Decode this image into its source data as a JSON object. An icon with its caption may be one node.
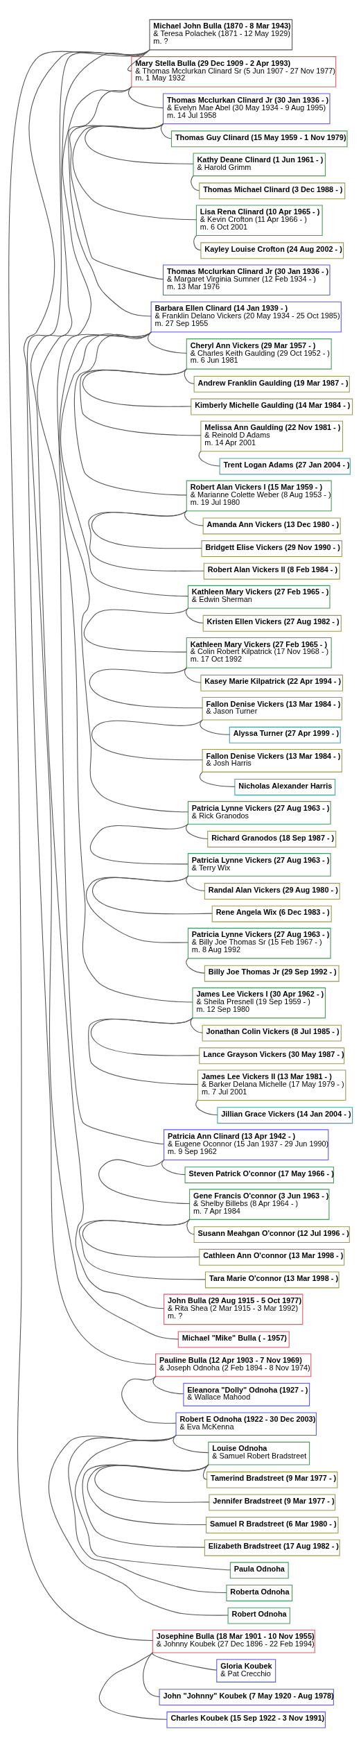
{
  "diagram": {
    "nodes": [
      {
        "text": [
          "Michael John Bulla (1870 - 8 Mar 1943)",
          "& Teresa Polachek (1871 - 12 May 1929)",
          "m. ?"
        ]
      },
      {
        "text": [
          "Mary Stella Bulla (29 Dec 1909 - 2 Apr 1993)",
          "& Thomas Mcclurkan Clinard Sr (5 Jun 1907 - 27 Nov 1977)",
          "m. 1 May 1932"
        ]
      },
      {
        "text": [
          "Thomas Mcclurkan Clinard Jr (30 Jan 1936 - )",
          "& Evelyn Mae Abel (30 May 1934 - 9 Aug 1995)",
          "m. 14 Jul 1958"
        ]
      },
      {
        "text": [
          "Thomas Guy Clinard (15 May 1959 - 1 Nov 1979)"
        ]
      },
      {
        "text": [
          "Kathy Deane Clinard (1 Jun 1961 - )",
          "& Harold Grimm"
        ]
      },
      {
        "text": [
          "Thomas Michael Clinard (3 Dec 1988 - )"
        ]
      },
      {
        "text": [
          "Lisa Rena Clinard (10 Apr 1965 - )",
          "& Kevin Crofton (11 Apr 1966 - )",
          "m. 6 Oct 2001"
        ]
      },
      {
        "text": [
          "Kayley Louise Crofton (24 Aug 2002 - )"
        ]
      },
      {
        "text": [
          "Thomas Mcclurkan Clinard Jr (30 Jan 1936 - )",
          "& Margaret Virginia Sumner (12 Feb 1934 - )",
          "m. 13 Mar 1976"
        ]
      },
      {
        "text": [
          "Barbara Ellen Clinard (14 Jan 1939 - )",
          "& Franklin Delano Vickers (20 May 1934 - 25 Oct 1985)",
          "m. 27 Sep 1955"
        ]
      },
      {
        "text": [
          "Cheryl Ann Vickers (29 Mar 1957 - )",
          "& Charles Keith Gaulding (29 Oct 1952 - )",
          "m. 6 Jun 1981"
        ]
      },
      {
        "text": [
          "Andrew Franklin Gaulding (19 Mar 1987 - )"
        ]
      },
      {
        "text": [
          "Kimberly Michelle Gaulding (14 Mar 1984 - )"
        ]
      },
      {
        "text": [
          "Melissa Ann Gaulding (22 Nov 1981 - )",
          "& Reinold D Adams",
          "m. 14 Apr 2001"
        ]
      },
      {
        "text": [
          "Trent Logan Adams (27 Jan 2004 - )"
        ]
      },
      {
        "text": [
          "Robert Alan Vickers I (15 Mar 1959 - )",
          "& Marianne Colette Weber (8 Aug 1953 - )",
          "m. 19 Jul 1980"
        ]
      },
      {
        "text": [
          "Amanda Ann Vickers (13 Dec 1980 - )"
        ]
      },
      {
        "text": [
          "Bridgett Elise Vickers (29 Nov 1990 - )"
        ]
      },
      {
        "text": [
          "Robert Alan Vickers II (8 Feb 1984 - )"
        ]
      },
      {
        "text": [
          "Kathleen Mary Vickers (27 Feb 1965 - )",
          "& Edwin Sherman"
        ]
      },
      {
        "text": [
          "Kristen Ellen Vickers (27 Aug 1982 - )"
        ]
      },
      {
        "text": [
          "Kathleen Mary Vickers (27 Feb 1965 - )",
          "& Colin Robert Kilpatrick (17 Nov 1968 - )",
          "m. 17 Oct 1992"
        ]
      },
      {
        "text": [
          "Kasey Marie Kilpatrick (22 Apr 1994 - )"
        ]
      },
      {
        "text": [
          "Fallon Denise Vickers (13 Mar 1984 - )",
          "& Jason Turner"
        ]
      },
      {
        "text": [
          "Alyssa Turner (27 Apr 1999 - )"
        ]
      },
      {
        "text": [
          "Fallon Denise Vickers (13 Mar 1984 - )",
          "& Josh Harris"
        ]
      },
      {
        "text": [
          "Nicholas Alexander Harris"
        ]
      },
      {
        "text": [
          "Patricia Lynne Vickers (27 Aug 1963 - )",
          "& Rick Granodos"
        ]
      },
      {
        "text": [
          "Richard Granodos (18 Sep 1987 - )"
        ]
      },
      {
        "text": [
          "Patricia Lynne Vickers (27 Aug 1963 - )",
          "& Terry Wix"
        ]
      },
      {
        "text": [
          "Randal Alan Vickers (29 Aug 1980 - )"
        ]
      },
      {
        "text": [
          "Rene Angela Wix (6 Dec 1983 - )"
        ]
      },
      {
        "text": [
          "Patricia Lynne Vickers (27 Aug 1963 - )",
          "& Billy Joe Thomas Sr (15 Feb 1967 - )",
          "m. 8 Aug 1992"
        ]
      },
      {
        "text": [
          "Billy Joe Thomas Jr (29 Sep 1992 - )"
        ]
      },
      {
        "text": [
          "James Lee Vickers I (30 Apr 1962 - )",
          "& Sheila Presnell (19 Sep 1959 - )",
          "m. 12 Sep 1980"
        ]
      },
      {
        "text": [
          "Jonathan Colin Vickers (8 Jul 1985 - )"
        ]
      },
      {
        "text": [
          "Lance Grayson Vickers (30 May 1987 - )"
        ]
      },
      {
        "text": [
          "James Lee Vickers II (13 Mar 1981 - )",
          "& Barker Delana Michelle (17 May 1979 - )",
          "m. 7 Jul 2001"
        ]
      },
      {
        "text": [
          "Jillian Grace Vickers (14 Jan 2004 - )"
        ]
      },
      {
        "text": [
          "Patricia Ann Clinard (13 Apr 1942 - )",
          "& Eugene Oconnor (15 Jan 1937 - 29 Jun 1990)",
          "m. 9 Sep 1962"
        ]
      },
      {
        "text": [
          "Steven Patrick O'connor (17 May 1966 - )"
        ]
      },
      {
        "text": [
          "Gene Francis O'connor (3 Jun 1963 - )",
          "& Shelby Billebs (8 Apr 1964 - )",
          "m. 7 Apr 1984"
        ]
      },
      {
        "text": [
          "Susann Meahgan O'connor (12 Jul 1996 - )"
        ]
      },
      {
        "text": [
          "Cathleen Ann O'connor (13 Mar 1998 - )"
        ]
      },
      {
        "text": [
          "Tara Marie O'connor (13 Mar 1998 - )"
        ]
      },
      {
        "text": [
          "John Bulla (29 Aug 1915 - 5 Oct 1977)",
          "& Rita Shea (2 Mar 1915 - 3 Mar 1992)",
          "m. ?"
        ]
      },
      {
        "text": [
          "Michael \"Mike\" Bulla ( - 1957)"
        ]
      },
      {
        "text": [
          "Pauline Bulla (12 Apr 1903 - 7 Nov 1969)",
          "& Joseph Odnoha (2 Feb 1894 - 8 Nov 1974)"
        ]
      },
      {
        "text": [
          "Eleanora \"Dolly\" Odnoha (1927 - )",
          "& Wallace Mahood"
        ]
      },
      {
        "text": [
          "Robert E Odnoha (1922 - 30 Dec 2003)",
          "& Eva McKenna"
        ]
      },
      {
        "text": [
          "Louise Odnoha",
          "& Samuel Robert Bradstreet"
        ]
      },
      {
        "text": [
          "Tamerind Bradstreet (9 Mar 1977 - )"
        ]
      },
      {
        "text": [
          "Jennifer Bradstreet (9 Mar 1977 - )"
        ]
      },
      {
        "text": [
          "Samuel R Bradstreet (6 Mar 1980 - )"
        ]
      },
      {
        "text": [
          "Elizabeth Bradstreet (17 Aug 1982 - )"
        ]
      },
      {
        "text": [
          "Paula Odnoha"
        ]
      },
      {
        "text": [
          "Roberta Odnoha"
        ]
      },
      {
        "text": [
          "Robert Odnoha"
        ]
      },
      {
        "text": [
          "Josephine Bulla (18 Mar 1901 - 10 Nov 1955)",
          "& Johnny Koubek (27 Dec 1896 - 22 Feb 1994)"
        ]
      },
      {
        "text": [
          "Gloria Koubek",
          "& Pat Crecchio"
        ]
      },
      {
        "text": [
          "John \"Johnny\" Koubek (7 May 1920 - Aug 1978)"
        ]
      },
      {
        "text": [
          "Charles Koubek (15 Sep 1922 - 3 Nov 1991)"
        ]
      }
    ],
    "edges": [
      {
        "from": 0,
        "to": 1,
        "arrow": "none"
      },
      {
        "from": 1,
        "to": 2,
        "arrow": "none"
      },
      {
        "from": 2,
        "to": 3,
        "arrow": "none"
      },
      {
        "from": 2,
        "to": 4,
        "arrow": "none"
      },
      {
        "from": 4,
        "to": 5,
        "arrow": "none"
      },
      {
        "from": 2,
        "to": 6,
        "arrow": "none"
      },
      {
        "from": 6,
        "to": 7,
        "arrow": "none"
      },
      {
        "from": 2,
        "to": 8,
        "arrow": "none"
      },
      {
        "from": 1,
        "to": 9,
        "arrow": "none"
      },
      {
        "from": 9,
        "to": 10,
        "arrow": "none"
      },
      {
        "from": 10,
        "to": 11,
        "arrow": "none"
      },
      {
        "from": 10,
        "to": 12,
        "arrow": "none"
      },
      {
        "from": 10,
        "to": 13,
        "arrow": "none"
      },
      {
        "from": 13,
        "to": 14,
        "arrow": "none"
      },
      {
        "from": 9,
        "to": 15,
        "arrow": "none"
      },
      {
        "from": 15,
        "to": 16,
        "arrow": "none"
      },
      {
        "from": 15,
        "to": 17,
        "arrow": "none"
      },
      {
        "from": 15,
        "to": 18,
        "arrow": "none"
      },
      {
        "from": 9,
        "to": 19,
        "arrow": "none"
      },
      {
        "from": 19,
        "to": 20,
        "arrow": "none"
      },
      {
        "from": 19,
        "to": 21,
        "arrow": "none"
      },
      {
        "from": 21,
        "to": 22,
        "arrow": "none"
      },
      {
        "from": 21,
        "to": 23,
        "arrow": "none"
      },
      {
        "from": 23,
        "to": 24,
        "arrow": "none"
      },
      {
        "from": 23,
        "to": 25,
        "arrow": "none"
      },
      {
        "from": 25,
        "to": 26,
        "arrow": "none"
      },
      {
        "from": 9,
        "to": 27,
        "arrow": "none"
      },
      {
        "from": 27,
        "to": 28,
        "arrow": "none"
      },
      {
        "from": 27,
        "to": 29,
        "arrow": "none"
      },
      {
        "from": 29,
        "to": 30,
        "arrow": "none"
      },
      {
        "from": 29,
        "to": 31,
        "arrow": "none"
      },
      {
        "from": 29,
        "to": 32,
        "arrow": "none"
      },
      {
        "from": 32,
        "to": 33,
        "arrow": "none"
      },
      {
        "from": 9,
        "to": 34,
        "arrow": "none"
      },
      {
        "from": 34,
        "to": 35,
        "arrow": "none"
      },
      {
        "from": 34,
        "to": 36,
        "arrow": "none"
      },
      {
        "from": 34,
        "to": 37,
        "arrow": "none"
      },
      {
        "from": 37,
        "to": 38,
        "arrow": "none"
      },
      {
        "from": 1,
        "to": 39,
        "arrow": "none"
      },
      {
        "from": 39,
        "to": 40,
        "arrow": "none"
      },
      {
        "from": 39,
        "to": 41,
        "arrow": "none"
      },
      {
        "from": 41,
        "to": 42,
        "arrow": "none"
      },
      {
        "from": 41,
        "to": 43,
        "arrow": "none"
      },
      {
        "from": 41,
        "to": 44,
        "arrow": "none"
      },
      {
        "from": 0,
        "to": 45,
        "arrow": "none"
      },
      {
        "from": 0,
        "to": 46,
        "arrow": "none"
      },
      {
        "from": 0,
        "to": 47,
        "arrow": "none"
      },
      {
        "from": 47,
        "to": 48,
        "arrow": "none"
      },
      {
        "from": 47,
        "to": 49,
        "arrow": "none"
      },
      {
        "from": 49,
        "to": 50,
        "arrow": "none"
      },
      {
        "from": 50,
        "to": 51,
        "arrow": "none"
      },
      {
        "from": 50,
        "to": 52,
        "arrow": "none"
      },
      {
        "from": 50,
        "to": 53,
        "arrow": "none"
      },
      {
        "from": 50,
        "to": 54,
        "arrow": "none"
      },
      {
        "from": 49,
        "to": 55,
        "arrow": "none"
      },
      {
        "from": 49,
        "to": 56,
        "arrow": "none"
      },
      {
        "from": 49,
        "to": 57,
        "arrow": "none"
      },
      {
        "from": 0,
        "to": 58,
        "arrow": "none"
      },
      {
        "from": 58,
        "to": 59,
        "arrow": "none"
      },
      {
        "from": 58,
        "to": 60,
        "arrow": "none"
      },
      {
        "from": 58,
        "to": 61,
        "arrow": "none"
      }
    ]
  }
}
